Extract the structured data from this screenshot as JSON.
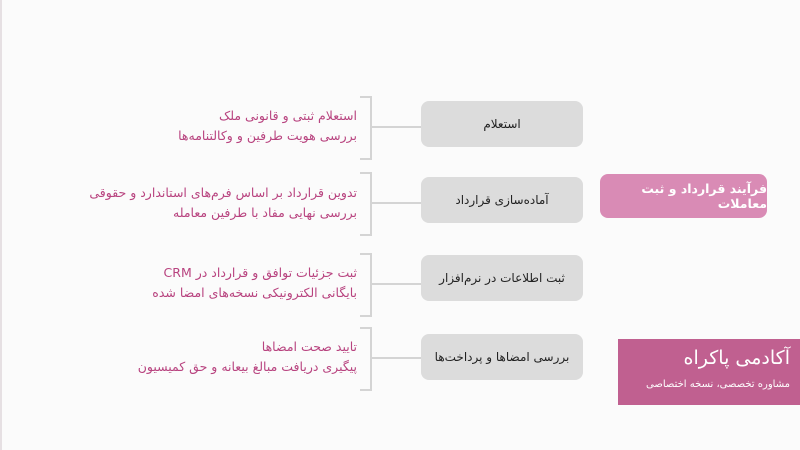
{
  "root": {
    "label": "فرآیند قرارداد و ثبت معاملات",
    "color": "#d98bb5"
  },
  "steps": [
    {
      "label": "استعلام",
      "details": [
        "استعلام ثبتی و قانونی ملک",
        "بررسی هویت طرفین و وکالتنامه‌ها"
      ]
    },
    {
      "label": "آماده‌سازی قرارداد",
      "details": [
        "تدوین قرارداد بر اساس فرم‌های استاندارد و حقوقی",
        "بررسی نهایی مفاد با طرفین معامله"
      ]
    },
    {
      "label": "ثبت اطلاعات در نرم‌افزار",
      "details": [
        "ثبت جزئیات توافق و قرارداد در CRM",
        "بایگانی الکترونیکی نسخه‌های امضا شده"
      ]
    },
    {
      "label": "بررسی امضاها و پرداخت‌ها",
      "details": [
        "تایید صحت امضاها",
        "پیگیری دریافت مبالغ بیعانه و حق کمیسیون"
      ]
    }
  ],
  "brand": {
    "title": "آکادمی پاکراه",
    "subtitle": "مشاوره تخصصی، نسخه اختصاصی",
    "color": "#c06090"
  },
  "detail_color": "#b8437f"
}
